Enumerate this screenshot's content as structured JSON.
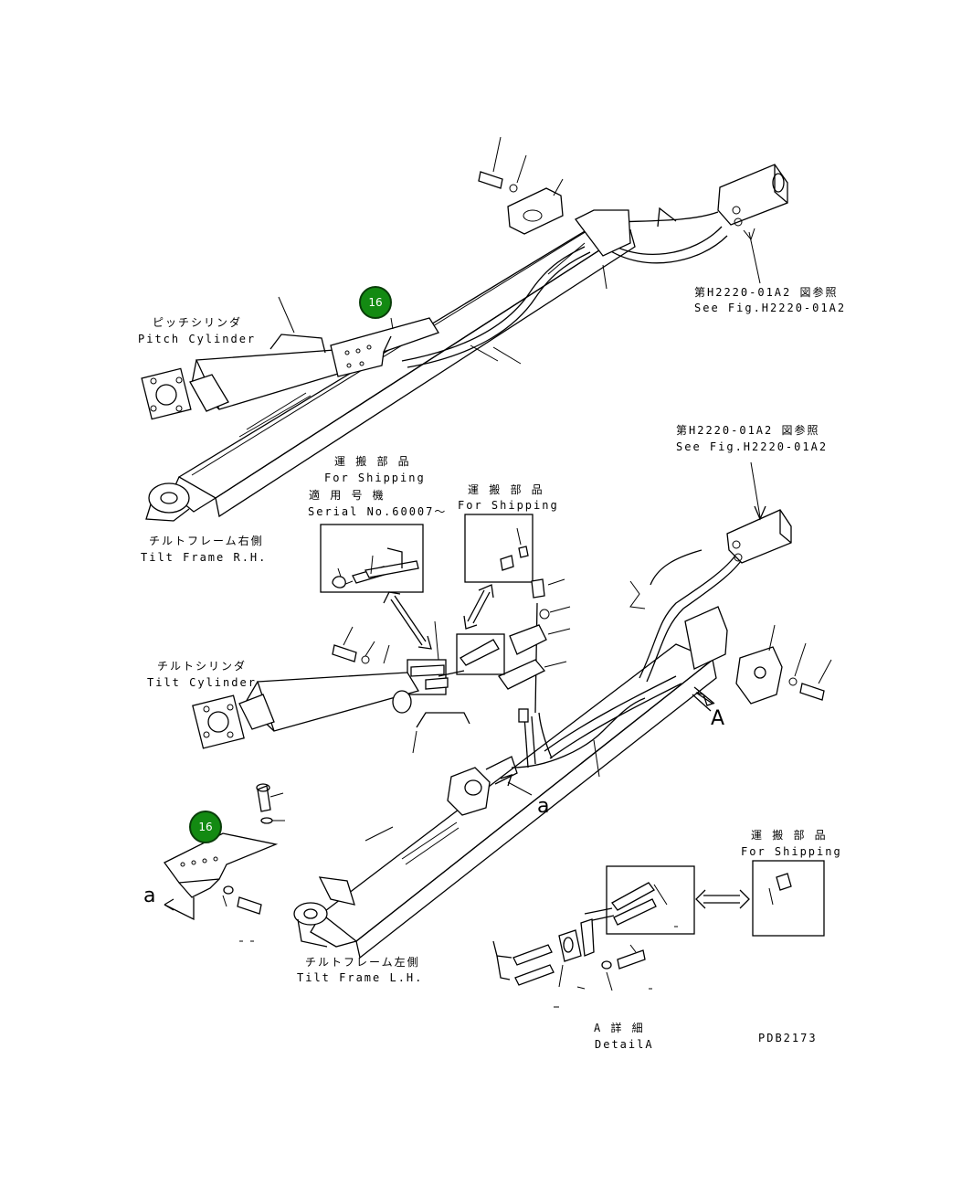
{
  "labels": {
    "pitch_cylinder_jp": "ピッチシリンダ",
    "pitch_cylinder_en": "Pitch Cylinder",
    "see_fig_top_jp": "第H2220-01A2 図参照",
    "see_fig_top_en": "See Fig.H2220-01A2",
    "see_fig_mid_jp": "第H2220-01A2 図参照",
    "see_fig_mid_en": "See Fig.H2220-01A2",
    "shipping1_jp": "運 搬 部 品",
    "shipping1_en": "For Shipping",
    "serial_jp": "適 用 号 機",
    "serial_en": "Serial No.60007～",
    "shipping2_jp": "運 搬 部 品",
    "shipping2_en": "For Shipping",
    "tilt_frame_rh_jp": "チルトフレーム右側",
    "tilt_frame_rh_en": "Tilt Frame R.H.",
    "tilt_cylinder_jp": "チルトシリンダ",
    "tilt_cylinder_en": "Tilt Cylinder",
    "letter_A": "A",
    "letter_a_center": "a",
    "letter_a_left": "a",
    "shipping3_jp": "運 搬 部 品",
    "shipping3_en": "For Shipping",
    "tilt_frame_lh_jp": "チルトフレーム左側",
    "tilt_frame_lh_en": "Tilt Frame L.H.",
    "detail_jp": "A 詳 細",
    "detail_en": "DetailA",
    "drawing_number": "PDB2173"
  },
  "callouts": [
    {
      "id": "callout-top",
      "number": "16",
      "color": "#138a12"
    },
    {
      "id": "callout-bottom",
      "number": "16",
      "color": "#138a12"
    }
  ]
}
